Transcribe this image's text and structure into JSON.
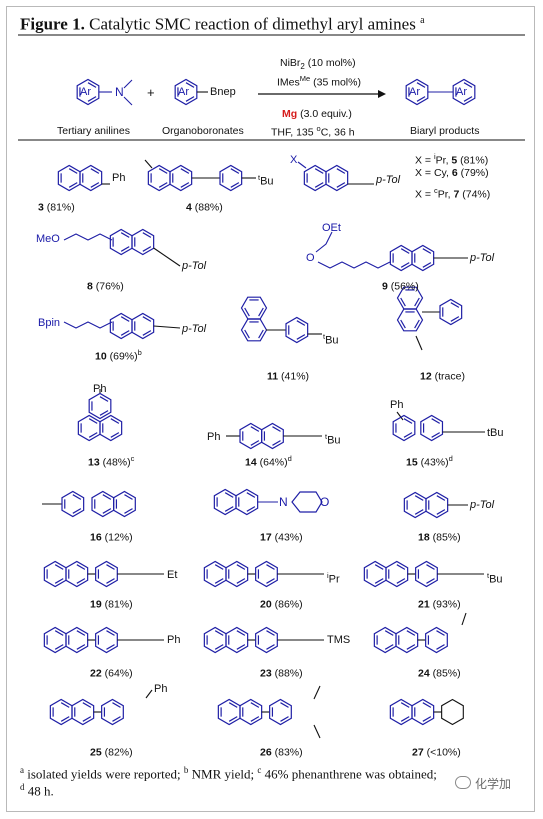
{
  "figure": {
    "label": "Figure 1.",
    "title": "Catalytic SMC reaction of dimethyl aryl amines",
    "note_mark": "a"
  },
  "scheme": {
    "ar": "Ar",
    "n": "N",
    "plus": "+",
    "bnep": "Bnep",
    "cond_nibr2": "NiBr",
    "cond_nibr2_sub": "2",
    "cond_nibr2_amt": " (10 mol%)",
    "cond_imes": "IMes",
    "cond_imes_sup": "Me",
    "cond_imes_amt": " (35 mol%)",
    "cond_mg": "Mg",
    "cond_mg_amt": " (3.0 equiv.)",
    "cond_solvent": "THF, 135 ",
    "cond_deg": "o",
    "cond_temp_rest": "C, 36 h",
    "cap_anilines": "Tertiary anilines",
    "cap_boronates": "Organoboronates",
    "cap_products": "Biaryl products"
  },
  "substituents": {
    "ph": "Ph",
    "tbu_sup": "t",
    "bu": "Bu",
    "ptol": "p-Tol",
    "x": "X",
    "meo": "MeO",
    "oet": "OEt",
    "o": "O",
    "bpin": "Bpin",
    "tbu_plain": "tBu",
    "n": "N",
    "et": "Et",
    "ipr_sup": "i",
    "pr": "Pr",
    "tms": "TMS"
  },
  "x_legend": [
    {
      "prefix": "X = ",
      "sup": "i",
      "group": "Pr, ",
      "num": "5",
      "yield": " (81%)"
    },
    {
      "prefix": "X = Cy, ",
      "sup": "",
      "group": "",
      "num": "6",
      "yield": " (79%)"
    },
    {
      "prefix": "X = ",
      "sup": "c",
      "group": "Pr, ",
      "num": "7",
      "yield": " (74%)"
    }
  ],
  "compounds": [
    {
      "num": "3",
      "yield": " (81%)",
      "note": ""
    },
    {
      "num": "4",
      "yield": " (88%)",
      "note": ""
    },
    {
      "num": "8",
      "yield": " (76%)",
      "note": ""
    },
    {
      "num": "9",
      "yield": " (56%)",
      "note": ""
    },
    {
      "num": "10",
      "yield": " (69%)",
      "note": "b"
    },
    {
      "num": "11",
      "yield": " (41%)",
      "note": ""
    },
    {
      "num": "12",
      "yield": " (trace)",
      "note": ""
    },
    {
      "num": "13",
      "yield": " (48%)",
      "note": "c"
    },
    {
      "num": "14",
      "yield": " (64%)",
      "note": "d"
    },
    {
      "num": "15",
      "yield": " (43%)",
      "note": "d"
    },
    {
      "num": "16",
      "yield": " (12%)",
      "note": ""
    },
    {
      "num": "17",
      "yield": " (43%)",
      "note": ""
    },
    {
      "num": "18",
      "yield": " (85%)",
      "note": ""
    },
    {
      "num": "19",
      "yield": " (81%)",
      "note": ""
    },
    {
      "num": "20",
      "yield": " (86%)",
      "note": ""
    },
    {
      "num": "21",
      "yield": " (93%)",
      "note": ""
    },
    {
      "num": "22",
      "yield": " (64%)",
      "note": ""
    },
    {
      "num": "23",
      "yield": " (88%)",
      "note": ""
    },
    {
      "num": "24",
      "yield": " (85%)",
      "note": ""
    },
    {
      "num": "25",
      "yield": " (82%)",
      "note": ""
    },
    {
      "num": "26",
      "yield": " (83%)",
      "note": ""
    },
    {
      "num": "27",
      "yield": " (<10%)",
      "note": ""
    }
  ],
  "footnotes": {
    "a_mark": "a",
    "a_text": " isolated yields were reported; ",
    "b_mark": "b",
    "b_text": " NMR yield; ",
    "c_mark": "c",
    "c_text": " 46% phenanthrene was obtained;",
    "d_mark": "d",
    "d_text": " 48 h."
  },
  "watermark": "化学加",
  "colors": {
    "ring": "#1f1fa6",
    "mg": "#d61c1c",
    "text": "#111111"
  }
}
